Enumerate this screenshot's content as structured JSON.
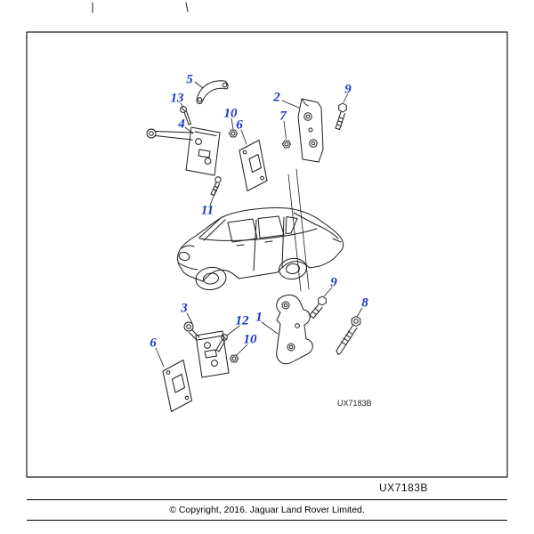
{
  "page": {
    "code_inline": "UX7183B",
    "code_caption": "UX7183B"
  },
  "callouts": [
    {
      "label": "5"
    },
    {
      "label": "13"
    },
    {
      "label": "4"
    },
    {
      "label": "10"
    },
    {
      "label": "6"
    },
    {
      "label": "2"
    },
    {
      "label": "7"
    },
    {
      "label": "9"
    },
    {
      "label": "11"
    },
    {
      "label": "3"
    },
    {
      "label": "12"
    },
    {
      "label": "1"
    },
    {
      "label": "6"
    },
    {
      "label": "10"
    },
    {
      "label": "9"
    },
    {
      "label": "8"
    }
  ],
  "footer": {
    "copyright": "© Copyright, 2016. Jaguar Land Rover Limited."
  },
  "colors": {
    "callout_blue": "#1b35c4",
    "line": "#1c1c1c"
  }
}
